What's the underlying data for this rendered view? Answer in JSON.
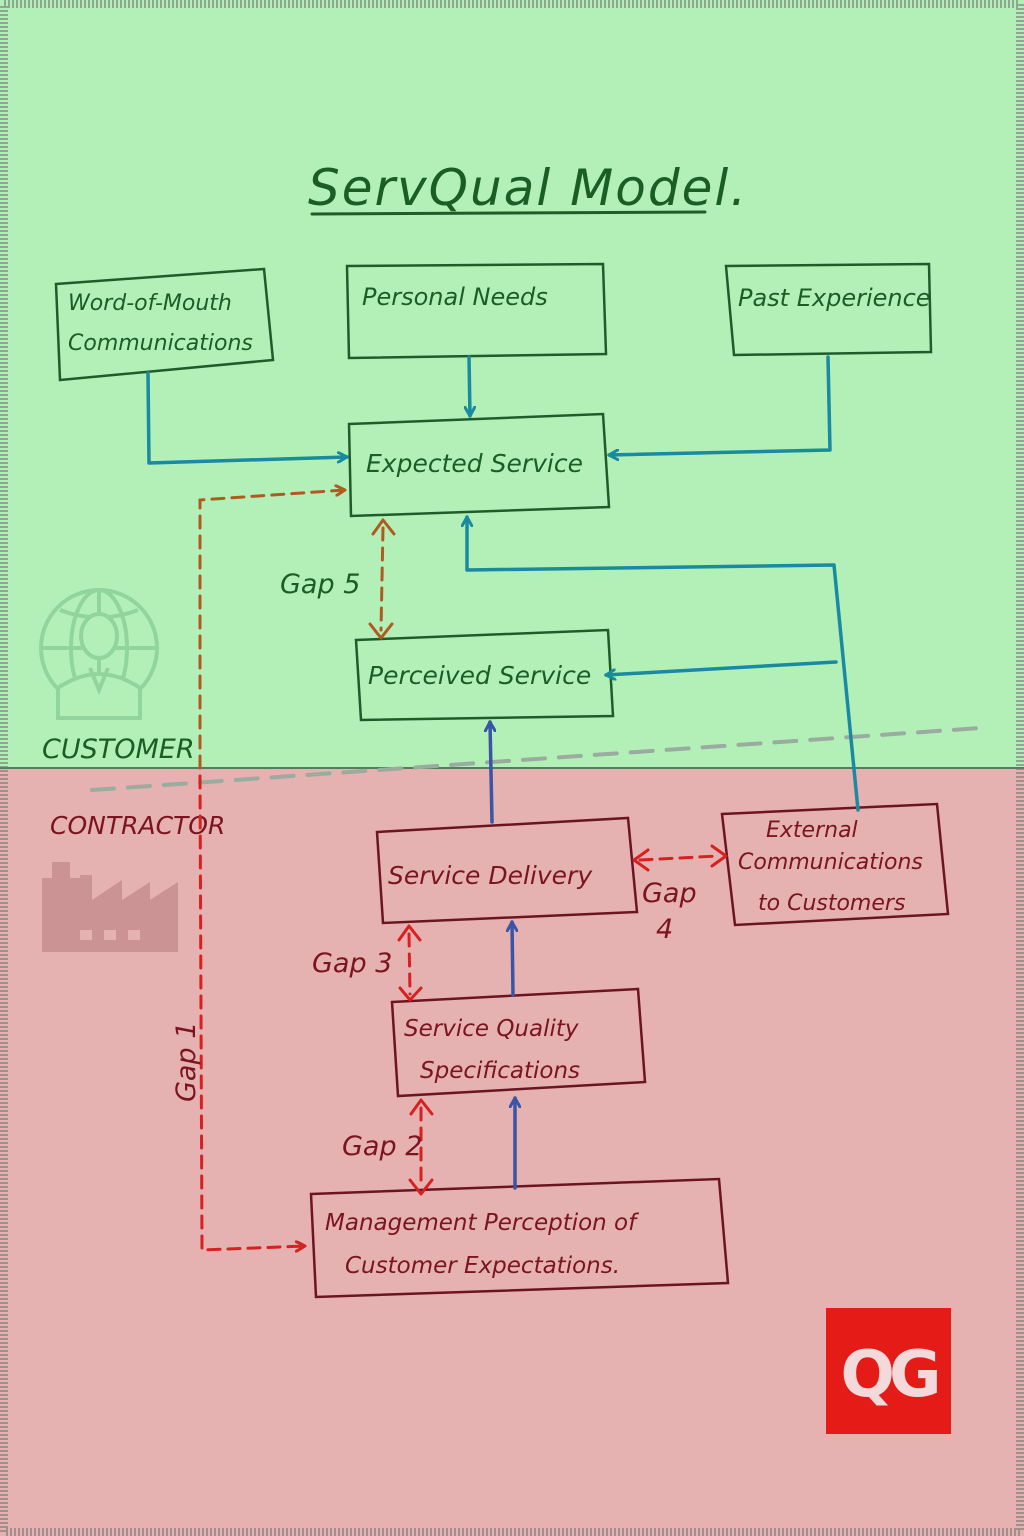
{
  "title": "ServQual Model.",
  "zones": {
    "customer_label": "CUSTOMER",
    "contractor_label": "CONTRACTOR"
  },
  "boxes": {
    "word_of_mouth": [
      "Word-of-Mouth",
      "Communications"
    ],
    "personal_needs": "Personal Needs",
    "past_experience": "Past Experience",
    "expected_service": "Expected Service",
    "perceived_service": "Perceived Service",
    "service_delivery": "Service Delivery",
    "external_comms": [
      "External",
      "Communications",
      "to Customers"
    ],
    "service_quality_specs": [
      "Service Quality",
      "Specifications"
    ],
    "management_perception": [
      "Management Perception of",
      "Customer Expectations."
    ]
  },
  "gaps": {
    "gap1": "Gap 1",
    "gap2": "Gap 2",
    "gap3": "Gap 3",
    "gap4_line1": "Gap",
    "gap4_line2": "4",
    "gap5": "Gap 5"
  },
  "logo": {
    "letters": "QG",
    "color": "#e51b17"
  },
  "colors": {
    "customer_zone": "#b2f0b8",
    "contractor_zone": "#e6b1b1",
    "teal_arrow": "#1a8aa0",
    "blue_arrow": "#3a55a8",
    "gap_brown": "#b05a20",
    "gap_red": "#d92020"
  },
  "icons": {
    "customer": "globe-person-icon",
    "contractor": "factory-icon"
  }
}
